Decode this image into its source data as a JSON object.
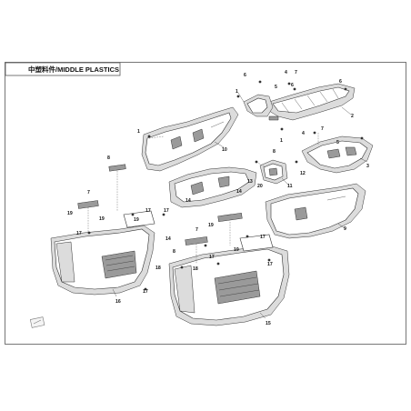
{
  "header": {
    "title": "中塑料件/MIDDLE PLASTICS"
  },
  "callouts": {
    "c1a": "1",
    "c1b": "1",
    "c1c": "1",
    "c2": "2",
    "c3": "3",
    "c4a": "4",
    "c4b": "4",
    "c5a": "5",
    "c5b": "5",
    "c6a": "6",
    "c6b": "6",
    "c6c": "6",
    "c7a": "7",
    "c7b": "7",
    "c7c": "7",
    "c7d": "7",
    "c8a": "8",
    "c8b": "8",
    "c8c": "8",
    "c9": "9",
    "c10": "10",
    "c11": "11",
    "c12": "12",
    "c13": "13",
    "c14a": "14",
    "c14b": "14",
    "c14c": "14",
    "c15": "15",
    "c16": "16",
    "c17a": "17",
    "c17b": "17",
    "c17c": "17",
    "c17d": "17",
    "c17e": "17",
    "c17f": "17",
    "c17g": "17",
    "c18a": "18",
    "c18b": "18",
    "c19a": "19",
    "c19b": "19",
    "c19c": "19",
    "c19d": "19",
    "c19e": "19",
    "c20": "20"
  }
}
